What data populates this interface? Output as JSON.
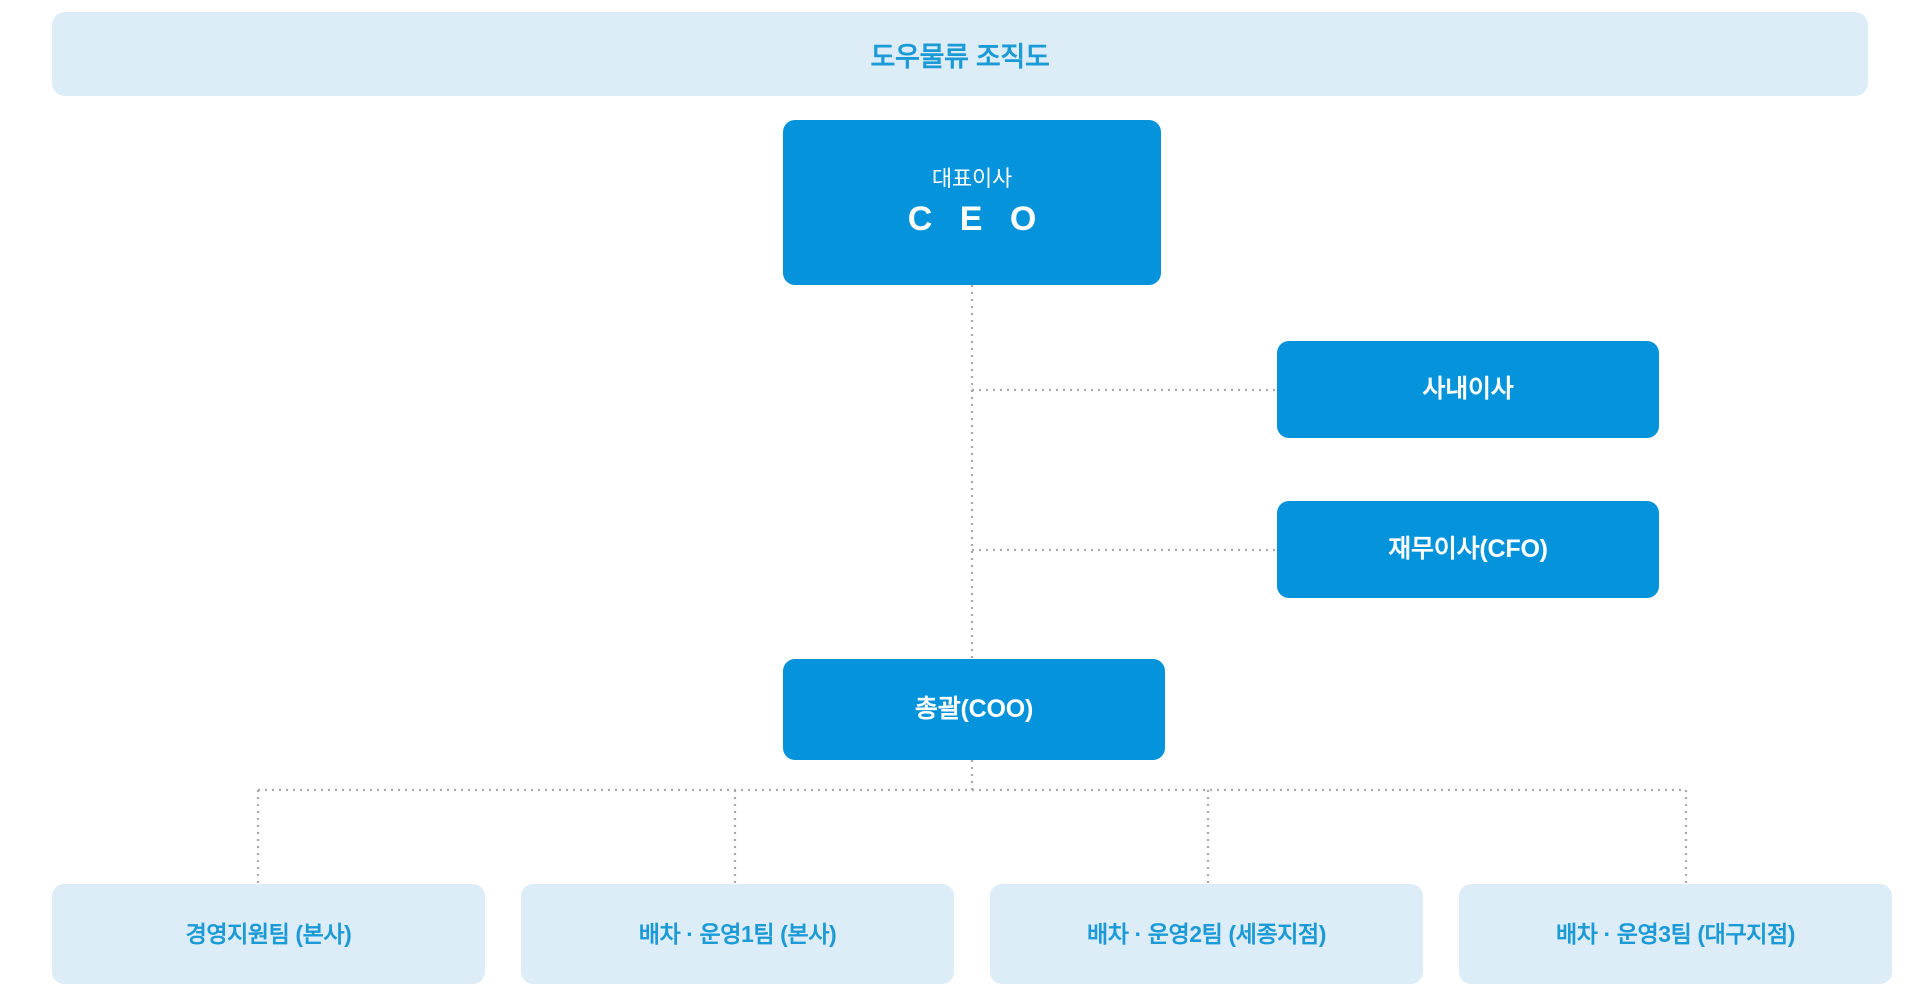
{
  "title": {
    "text": "도우물류 조직도"
  },
  "colors": {
    "primary": "#0593db",
    "soft_background": "#dcedf8",
    "soft_text": "#1b9ad6",
    "connector": "#a8a8a8",
    "page_background": "#ffffff"
  },
  "nodes": {
    "ceo": {
      "role_sub": "대표이사",
      "role_main": "C E O"
    },
    "inside_director": {
      "label": "사내이사"
    },
    "cfo": {
      "label": "재무이사(CFO)"
    },
    "coo": {
      "label": "총괄(COO)"
    }
  },
  "teams": [
    {
      "label": "경영지원팀 (본사)"
    },
    {
      "label": "배차 · 운영1팀 (본사)"
    },
    {
      "label": "배차 · 운영2팀 (세종지점)"
    },
    {
      "label": "배차 · 운영3팀 (대구지점)"
    }
  ],
  "chart_data": {
    "type": "diagram",
    "title": "도우물류 조직도",
    "hierarchy": [
      {
        "id": "ceo",
        "label": "대표이사 C E O",
        "level": 0,
        "style": "primary",
        "children": [
          "inside_director",
          "cfo",
          "coo"
        ]
      },
      {
        "id": "inside_director",
        "label": "사내이사",
        "level": 1,
        "style": "primary",
        "children": []
      },
      {
        "id": "cfo",
        "label": "재무이사(CFO)",
        "level": 1,
        "style": "primary",
        "children": []
      },
      {
        "id": "coo",
        "label": "총괄(COO)",
        "level": 1,
        "style": "primary",
        "children": [
          "team-0",
          "team-1",
          "team-2",
          "team-3"
        ]
      },
      {
        "id": "team-0",
        "label": "경영지원팀 (본사)",
        "level": 2,
        "style": "soft",
        "children": []
      },
      {
        "id": "team-1",
        "label": "배차 · 운영1팀 (본사)",
        "level": 2,
        "style": "soft",
        "children": []
      },
      {
        "id": "team-2",
        "label": "배차 · 운영2팀 (세종지점)",
        "level": 2,
        "style": "soft",
        "children": []
      },
      {
        "id": "team-3",
        "label": "배차 · 운영3팀 (대구지점)",
        "level": 2,
        "style": "soft",
        "children": []
      }
    ],
    "connector_style": "dotted",
    "legend": []
  }
}
